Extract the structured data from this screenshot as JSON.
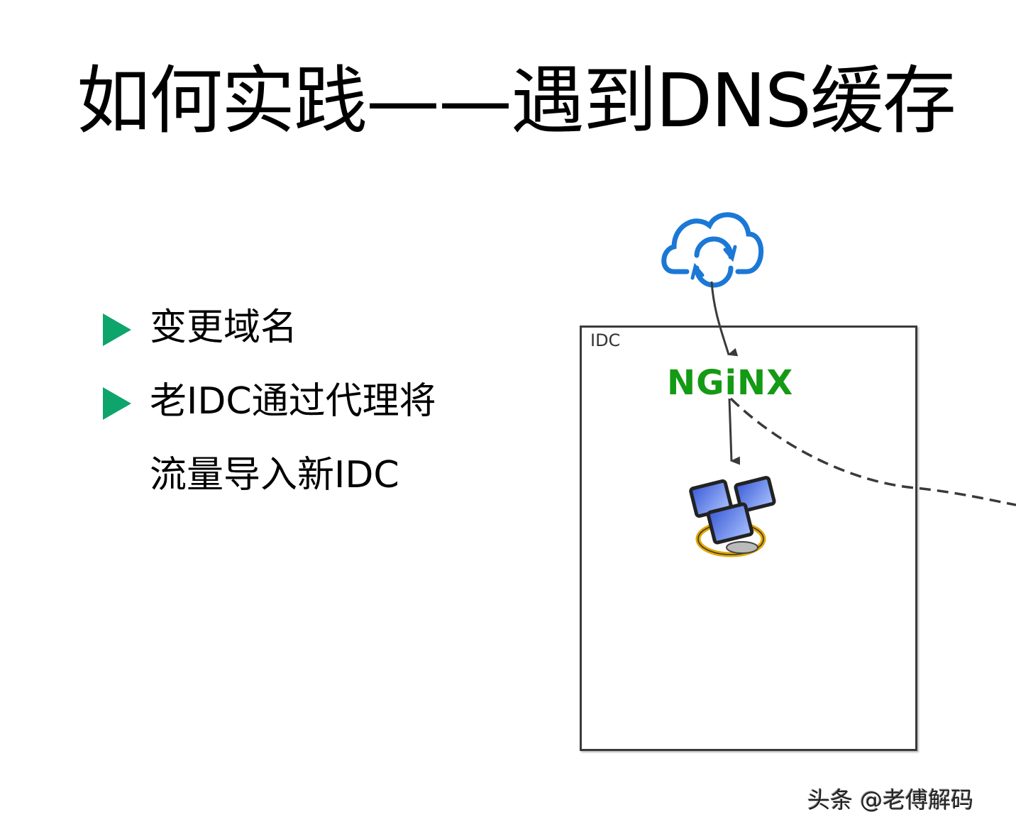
{
  "slide": {
    "title": "如何实践——遇到DNS缓存",
    "bullets": [
      {
        "label": "变更域名",
        "continuation": null
      },
      {
        "label": "老IDC通过代理将",
        "continuation": "流量导入新IDC"
      }
    ],
    "bullet_color": "#0ea56c"
  },
  "diagram": {
    "cloud": {
      "icon": "cloud-sync-icon",
      "color": "#1b78d6"
    },
    "idc_box": {
      "label": "IDC"
    },
    "nginx": {
      "label": "NGiNX",
      "color": "#149a14"
    },
    "servers": {
      "icon": "server-cluster-icon"
    },
    "edges": [
      {
        "from": "cloud",
        "to": "nginx",
        "style": "solid-arrow"
      },
      {
        "from": "nginx",
        "to": "servers",
        "style": "solid-arrow"
      },
      {
        "from": "nginx",
        "to": "offscreen-right",
        "style": "dashed"
      }
    ]
  },
  "watermark": {
    "text": "头条 @老傅解码"
  }
}
